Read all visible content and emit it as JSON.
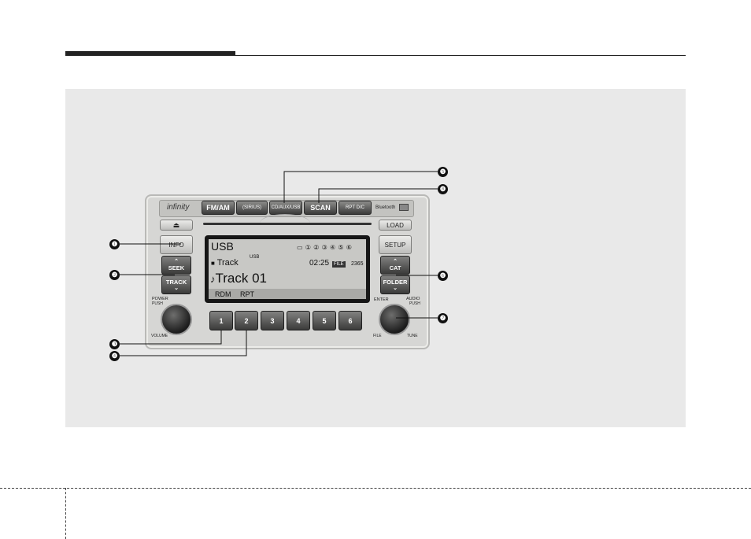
{
  "radio": {
    "brand": "infinity",
    "top_buttons": {
      "fm_am": "FM/AM",
      "sirius": "(SIRIUS)",
      "cd_aux": "CD/AUX/USB",
      "scan": "SCAN",
      "rpt_dc": "RPT D/C",
      "bluetooth": "Bluetooth"
    },
    "eject": "⏏",
    "load": "LOAD",
    "info": "INFO",
    "seek": "SEEK",
    "track": "TRACK",
    "setup": "SETUP",
    "cat": "CAT",
    "folder": "FOLDER",
    "display": {
      "source": "USB",
      "disc_indicators": "▭ ① ② ③ ④ ⑤ ⑥",
      "track_label": "Track",
      "sub_source": "USB",
      "time": "02:25",
      "file_badge": "FILE",
      "file_count": "2365",
      "track_name": "Track 01",
      "mode_rdm": "RDM",
      "mode_rpt": "RPT"
    },
    "left_knob": {
      "top_label": "POWER",
      "top_sub": "PUSH",
      "bottom_label": "VOLUME"
    },
    "right_knob": {
      "top_left_label": "ENTER",
      "top_right_label": "AUDIO",
      "top_sub": "PUSH",
      "bottom_left_label": "FILE",
      "bottom_right_label": "TUNE"
    },
    "presets": [
      "1",
      "2",
      "3",
      "4",
      "5",
      "6"
    ]
  },
  "callouts": [
    "❶",
    "❷",
    "❸",
    "❹",
    "❺",
    "❻",
    "❼",
    "❽"
  ]
}
